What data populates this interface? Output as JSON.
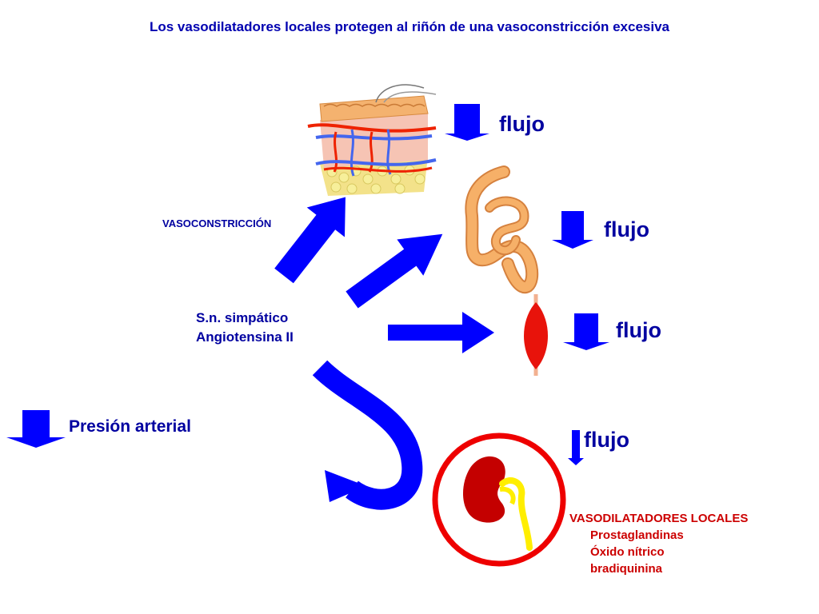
{
  "title": "Los vasodilatadores locales protegen al riñón de una vasoconstricción excesiva",
  "flujo_labels": [
    "flujo",
    "flujo",
    "flujo",
    "flujo"
  ],
  "vasoconstriccion": "VASOCONSTRICCIÓN",
  "source": {
    "line1": "S.n. simpático",
    "line2": "Angiotensina II"
  },
  "presion": "Presión arterial",
  "vasodilatadores": {
    "heading": "VASODILATADORES LOCALES",
    "items": [
      "Prostaglandinas",
      "Óxido nítrico",
      "bradiquinina"
    ]
  },
  "colors": {
    "arrow_blue": "#0000ff",
    "text_blue": "#0000a0",
    "text_red": "#cc0000",
    "ring_red": "#ee0000"
  }
}
